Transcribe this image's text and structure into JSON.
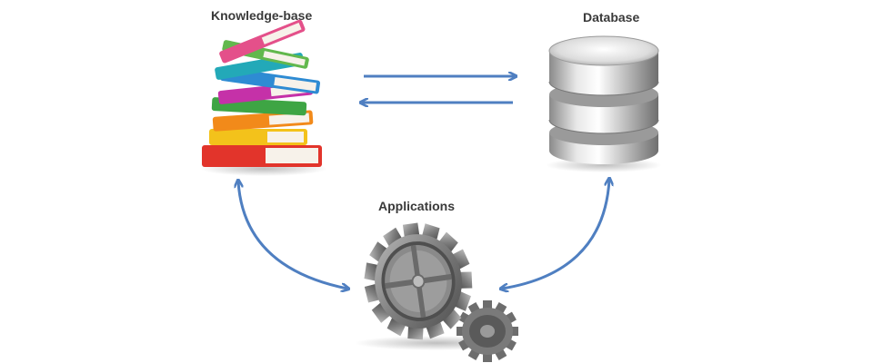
{
  "nodes": {
    "knowledge_base": {
      "label": "Knowledge-base",
      "icon": "book-stack-icon"
    },
    "database": {
      "label": "Database",
      "icon": "database-cylinder-icon"
    },
    "applications": {
      "label": "Applications",
      "icon": "gears-icon"
    }
  },
  "edges": [
    {
      "from": "knowledge_base",
      "to": "database",
      "direction": "one-way"
    },
    {
      "from": "database",
      "to": "knowledge_base",
      "direction": "one-way"
    },
    {
      "from": "knowledge_base",
      "to": "applications",
      "direction": "bidirectional"
    },
    {
      "from": "database",
      "to": "applications",
      "direction": "bidirectional"
    }
  ],
  "colors": {
    "arrow": "#4f7fc1",
    "label_text": "#3a3a3a",
    "book_colors": [
      "#e2342b",
      "#f3c21b",
      "#f28a1a",
      "#3ea544",
      "#c531a8",
      "#2e8bd3",
      "#23a9b8",
      "#62b84d",
      "#e4508a"
    ],
    "metal_light": "#f0f0f0",
    "metal_dark": "#6a6a6a"
  }
}
